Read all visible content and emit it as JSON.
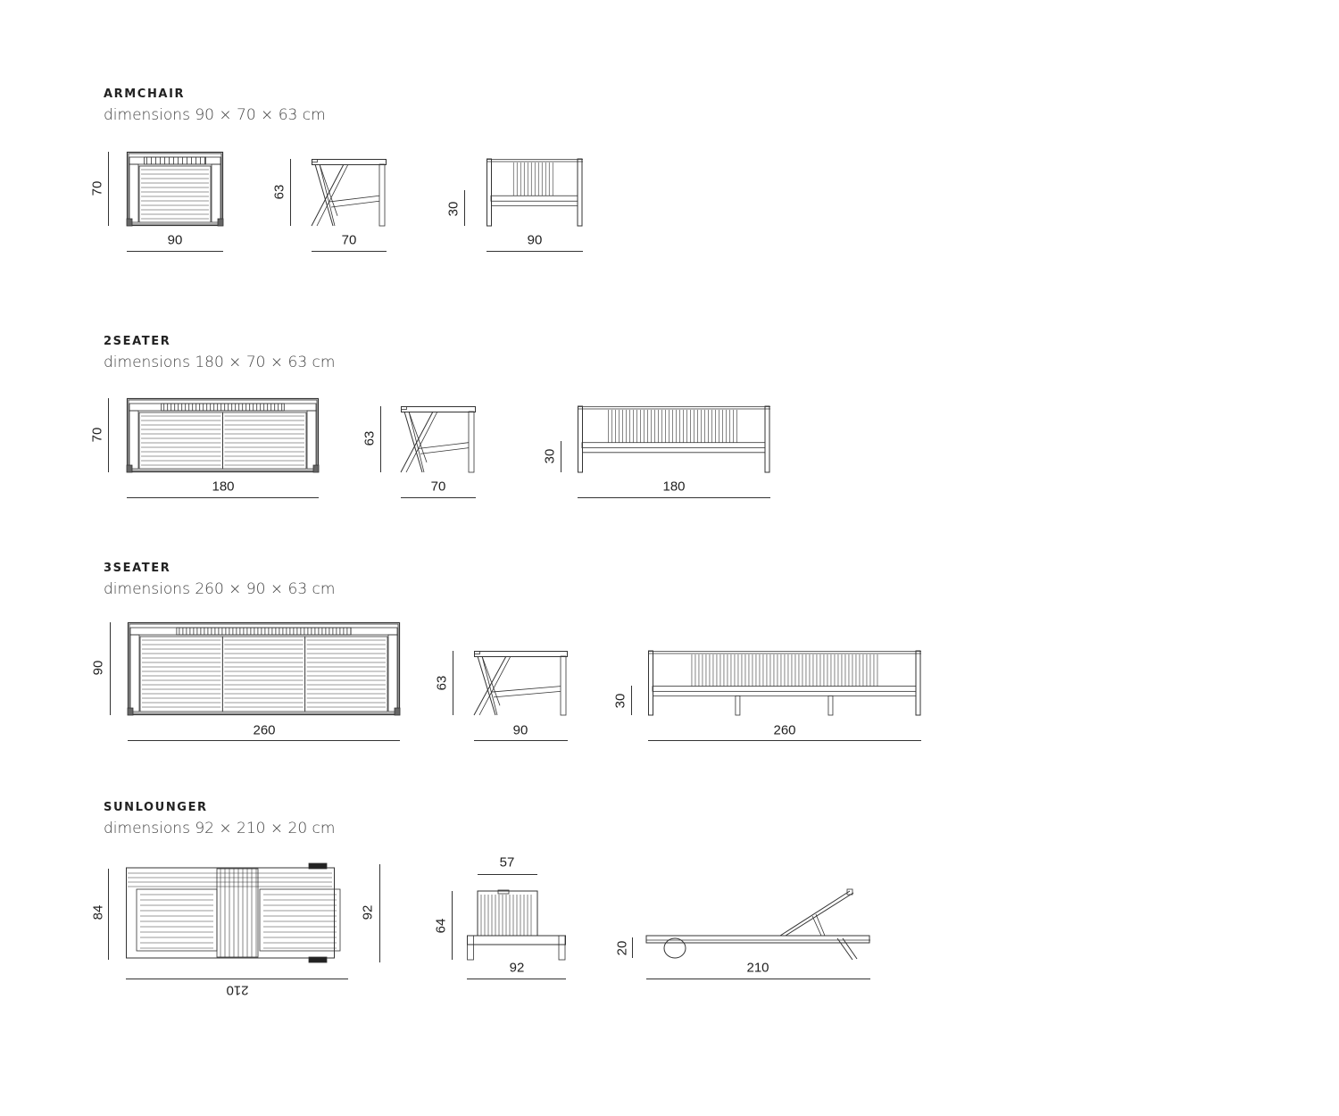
{
  "products": [
    {
      "name": "ARMCHAIR",
      "dimensions": "dimensions 90 × 70 × 63 cm",
      "labels": {
        "top_depth": "70",
        "top_width": "90",
        "side_height": "63",
        "side_depth": "70",
        "front_seat": "30",
        "front_width": "90"
      }
    },
    {
      "name": "2SEATER",
      "dimensions": "dimensions 180 × 70 × 63 cm",
      "labels": {
        "top_depth": "70",
        "top_width": "180",
        "side_height": "63",
        "side_depth": "70",
        "front_seat": "30",
        "front_width": "180"
      }
    },
    {
      "name": "3SEATER",
      "dimensions": "dimensions 260 × 90 × 63 cm",
      "labels": {
        "top_depth": "90",
        "top_width": "260",
        "side_height": "63",
        "side_depth": "90",
        "front_seat": "30",
        "front_width": "260"
      }
    },
    {
      "name": "SUNLOUNGER",
      "dimensions": "dimensions 92 × 210 × 20 cm",
      "labels": {
        "top_inner": "84",
        "top_outer": "92",
        "top_length": "210",
        "back_width": "57",
        "back_height": "64",
        "back_total": "92",
        "side_height": "20",
        "side_length": "210"
      }
    }
  ]
}
